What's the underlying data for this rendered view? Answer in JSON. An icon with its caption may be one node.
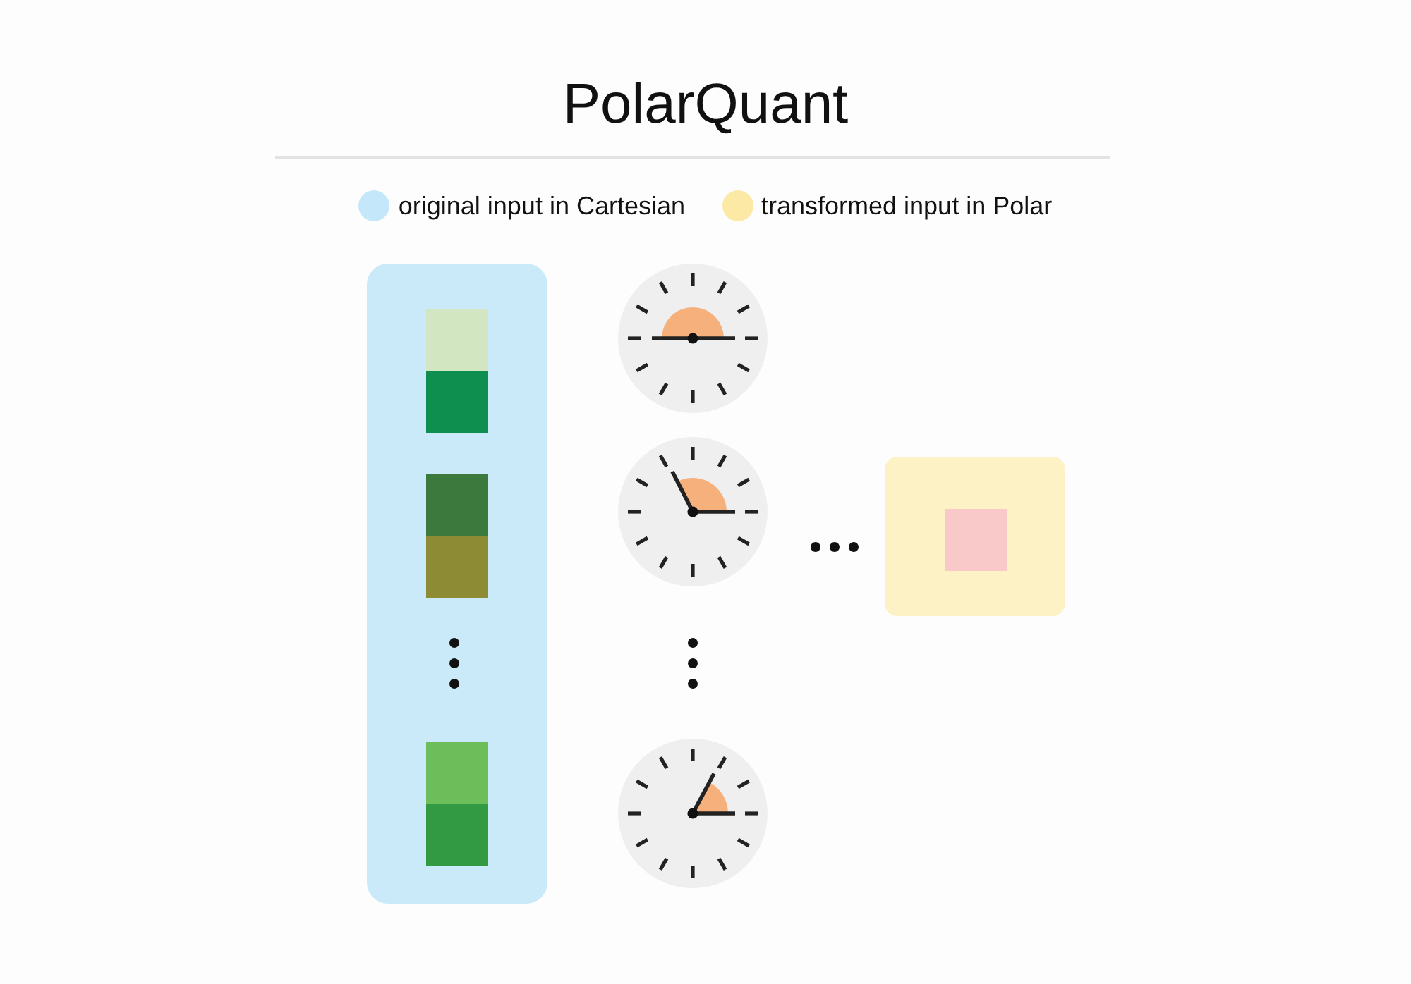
{
  "diagram": {
    "title": "PolarQuant",
    "legend": [
      {
        "text": "original input in Cartesian",
        "color": "#c4e8f9"
      },
      {
        "text": "transformed input in Polar",
        "color": "#fce9a6"
      }
    ]
  }
}
